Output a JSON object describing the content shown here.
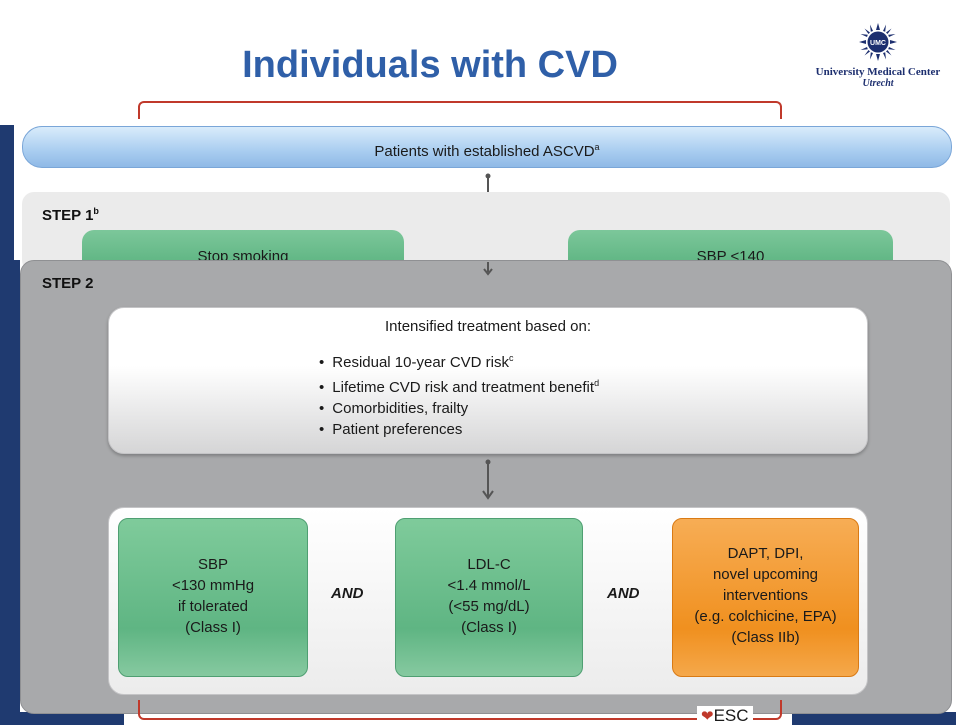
{
  "title": "Individuals with CVD",
  "logo": {
    "line1": "University Medical Center",
    "line2": "Utrecht",
    "emblem_text": "UMC"
  },
  "banner": {
    "text": "Patients with established ASCVD",
    "sup": "a"
  },
  "step1": {
    "label": "STEP 1",
    "sup": "b",
    "box_left": "Stop smoking",
    "box_right": "SBP <140"
  },
  "step2": {
    "label": "STEP 2",
    "intensified": {
      "title": "Intensified treatment based on:",
      "items": [
        {
          "text": "Residual 10-year CVD risk",
          "sup": "c"
        },
        {
          "text": "Lifetime CVD risk and treatment benefit",
          "sup": "d"
        },
        {
          "text": "Comorbidities, frailty",
          "sup": ""
        },
        {
          "text": "Patient preferences",
          "sup": ""
        }
      ]
    },
    "targets": [
      {
        "lines": [
          "SBP",
          "<130 mmHg",
          "if tolerated",
          "(Class I)"
        ],
        "color": "green"
      },
      {
        "lines": [
          "LDL-C",
          "<1.4 mmol/L",
          "(<55 mg/dL)",
          "(Class I)"
        ],
        "color": "green"
      },
      {
        "lines": [
          "DAPT, DPI,",
          "novel upcoming",
          "interventions",
          "(e.g. colchicine, EPA)",
          "(Class IIb)"
        ],
        "color": "orange"
      }
    ],
    "connector": "AND"
  },
  "footer": {
    "brand": "ESC"
  },
  "colors": {
    "title": "#2f5fa8",
    "bracket": "#c0392b",
    "green": "#5fb583",
    "orange": "#f0901f",
    "step2_panel": "#a8a9ab",
    "banner": "#a9cdf0",
    "frame": "#1f3a70"
  }
}
